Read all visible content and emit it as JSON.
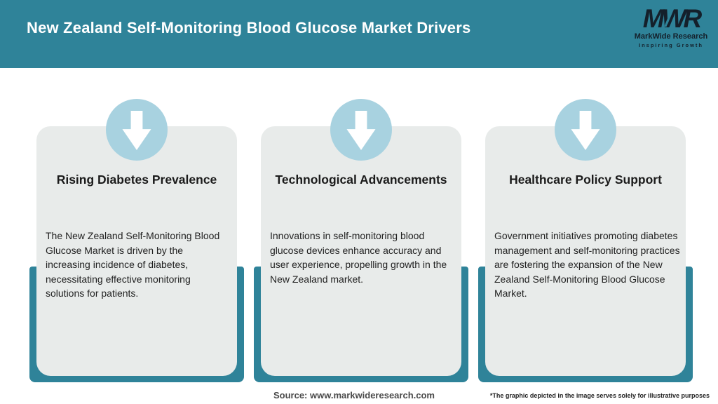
{
  "theme": {
    "teal": "#2F8399",
    "circle-blue": "#A8D2E0",
    "card-bg": "#E8EBEA",
    "logo-navy": "#14202B",
    "header-text": "#FFFFFF",
    "title-text": "#1B1B1B",
    "body-text": "#222222",
    "footer-text": "#4A4A4A",
    "page-bg": "#FFFFFF"
  },
  "header": {
    "title": "New Zealand Self-Monitoring Blood Glucose Market Drivers",
    "logo": {
      "monogram": "MWR",
      "name": "MarkWide Research",
      "tagline": "Inspiring Growth"
    }
  },
  "cards": [
    {
      "title": "Rising Diabetes Prevalence",
      "body": "The New Zealand Self-Monitoring Blood\nGlucose Market is driven by the\nincreasing incidence of diabetes,\nnecessitating effective monitoring\nsolutions for patients.",
      "icon": "down-arrow-icon"
    },
    {
      "title": "Technological Advancements",
      "body": "Innovations in self-monitoring blood\nglucose devices enhance accuracy and\nuser experience, propelling growth in the\nNew Zealand market.",
      "icon": "down-arrow-icon"
    },
    {
      "title": "Healthcare Policy Support",
      "body": "Government initiatives promoting diabetes\nmanagement and self-monitoring practices\nare fostering the expansion of the New\nZealand Self-Monitoring Blood Glucose\nMarket.",
      "icon": "down-arrow-icon"
    }
  ],
  "footer": {
    "source": "Source: www.markwideresearch.com",
    "disclaimer": "*The graphic depicted in the image serves solely for illustrative purposes"
  }
}
